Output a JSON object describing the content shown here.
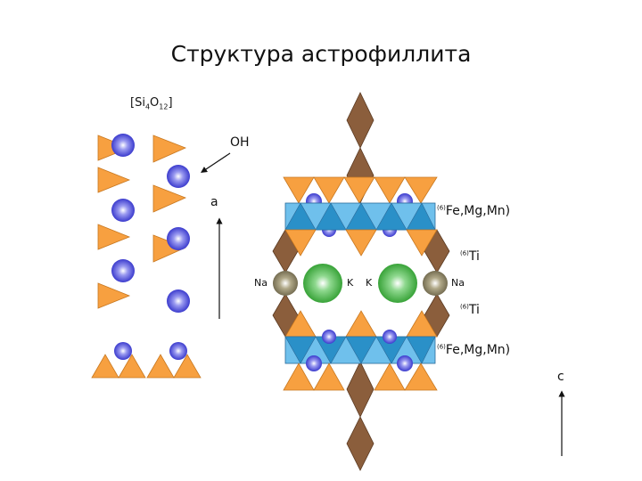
{
  "slide": {
    "title": "Структура астрофиллита"
  },
  "labels": {
    "formula_prefix": "[Si",
    "formula_sub1": "4",
    "formula_mid": "O",
    "formula_sub2": "12",
    "formula_suffix": "]",
    "oh": "OH",
    "axis_a": "a",
    "axis_c": "c",
    "fe_top_sup": "(6)",
    "fe_top": "Fe,Mg,Mn)",
    "ti_top_sup": "(6)",
    "ti_top": "Ti",
    "na_left": "Na",
    "k_left": "K",
    "k_right": "K",
    "na_right": "Na",
    "ti_bottom_sup": "(6)",
    "ti_bottom": "Ti",
    "fe_bottom_sup": "(6)",
    "fe_bottom": "Fe,Mg,Mn)"
  },
  "colors": {
    "tetrahedron": "#f7a040",
    "octahedron_fe": "#4aa8dc",
    "octahedron_ti": "#8b5e3c",
    "atom_blue": "#3a3adc",
    "atom_k": "#3aa83a",
    "atom_na": "#8a8060"
  }
}
